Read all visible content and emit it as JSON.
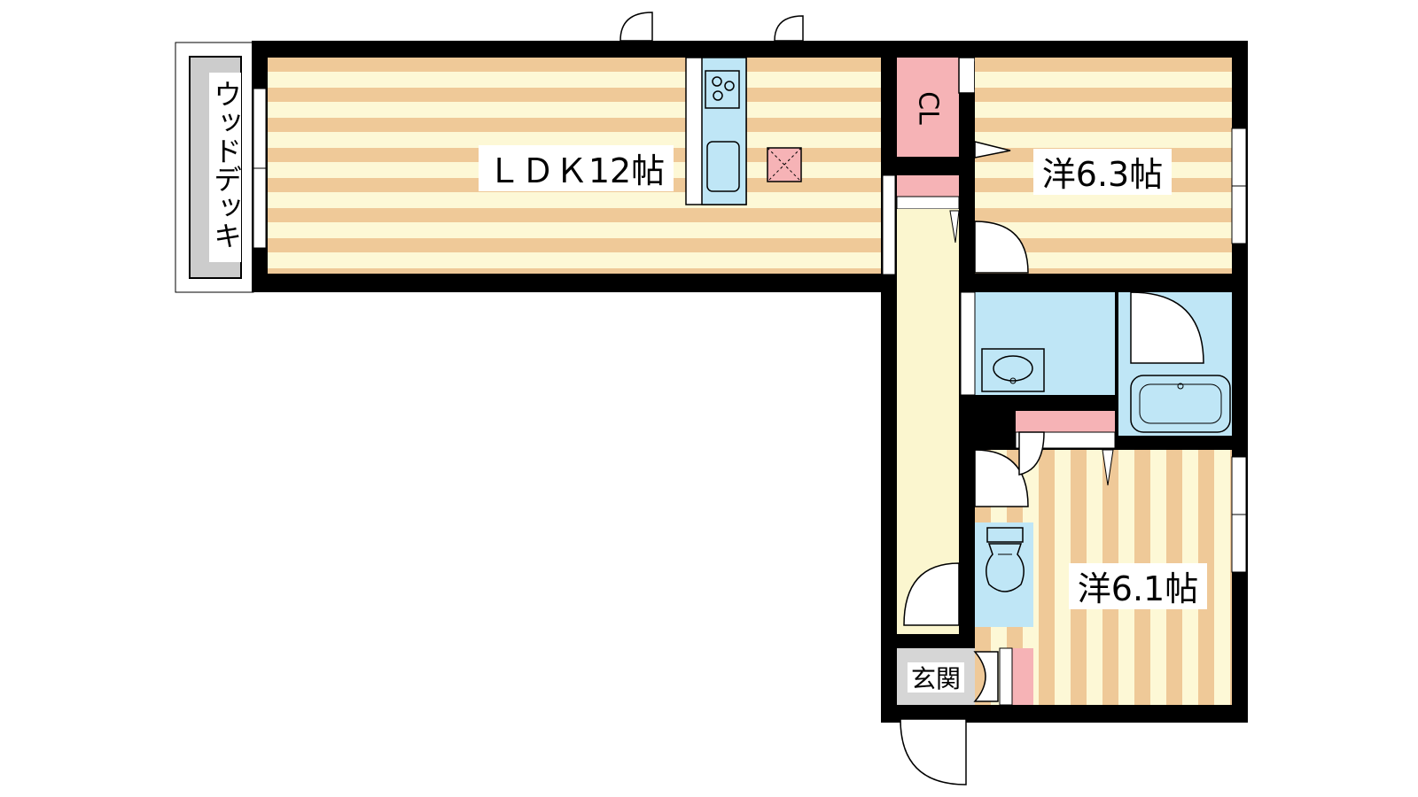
{
  "rooms": {
    "ldk": "ＬＤＫ12帖",
    "western_a": "洋6.3帖",
    "western_b": "洋6.1帖",
    "closet": "CL",
    "entrance": "玄関",
    "wood_deck": "ウッドデッキ"
  },
  "colors": {
    "wall": "#000000",
    "floor_light": "#fdf8d6",
    "floor_stripe": "#efc998",
    "wet_area": "#bfe6f6",
    "storage": "#f6b3b6",
    "hallway": "#fbf6cf",
    "entrance": "#d6d6d6",
    "deck": "#cccccc"
  }
}
